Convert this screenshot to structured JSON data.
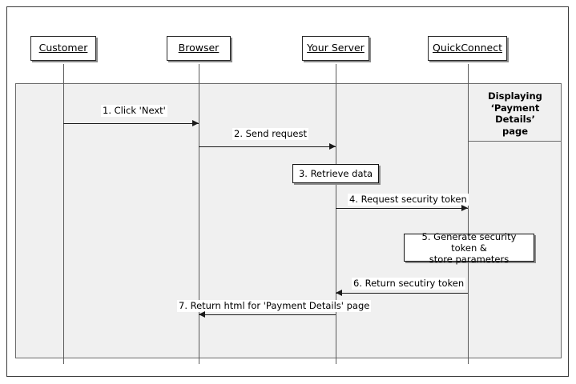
{
  "diagram": {
    "title": "Payment Details sequence diagram",
    "type": "uml-sequence-diagram",
    "colors": {
      "region_fill": "#f0f0f0",
      "region_border": "#6b6b6b",
      "box_fill": "#ffffff",
      "box_border": "#111111",
      "line": "#1a1a1a",
      "lifeline": "#5a5a5a",
      "text": "#000000",
      "shadow": "#8a8a8a",
      "background": "#ffffff"
    }
  },
  "actors": [
    {
      "id": "customer",
      "label": "Customer"
    },
    {
      "id": "browser",
      "label": "Browser"
    },
    {
      "id": "server",
      "label": "Your Server"
    },
    {
      "id": "quickconnect",
      "label": "QuickConnect"
    }
  ],
  "note": {
    "text": "Displaying\n‘Payment Details’\npage"
  },
  "messages": [
    {
      "num": "1",
      "label": "1. Click 'Next'",
      "from": "customer",
      "to": "browser",
      "direction": "right"
    },
    {
      "num": "2",
      "label": "2. Send request",
      "from": "browser",
      "to": "server",
      "direction": "right"
    },
    {
      "num": "4",
      "label": "4. Request security token",
      "from": "server",
      "to": "quickconnect",
      "direction": "right"
    },
    {
      "num": "6",
      "label": "6. Return secutiry token",
      "from": "quickconnect",
      "to": "server",
      "direction": "left"
    },
    {
      "num": "7",
      "label": "7. Return html for 'Payment Details' page",
      "from": "server",
      "to": "browser",
      "direction": "left"
    }
  ],
  "steps": [
    {
      "num": "3",
      "label": "3. Retrieve data",
      "on": "server"
    },
    {
      "num": "5",
      "label": "5. Generate security token &\nstore parameters",
      "on": "quickconnect"
    }
  ]
}
